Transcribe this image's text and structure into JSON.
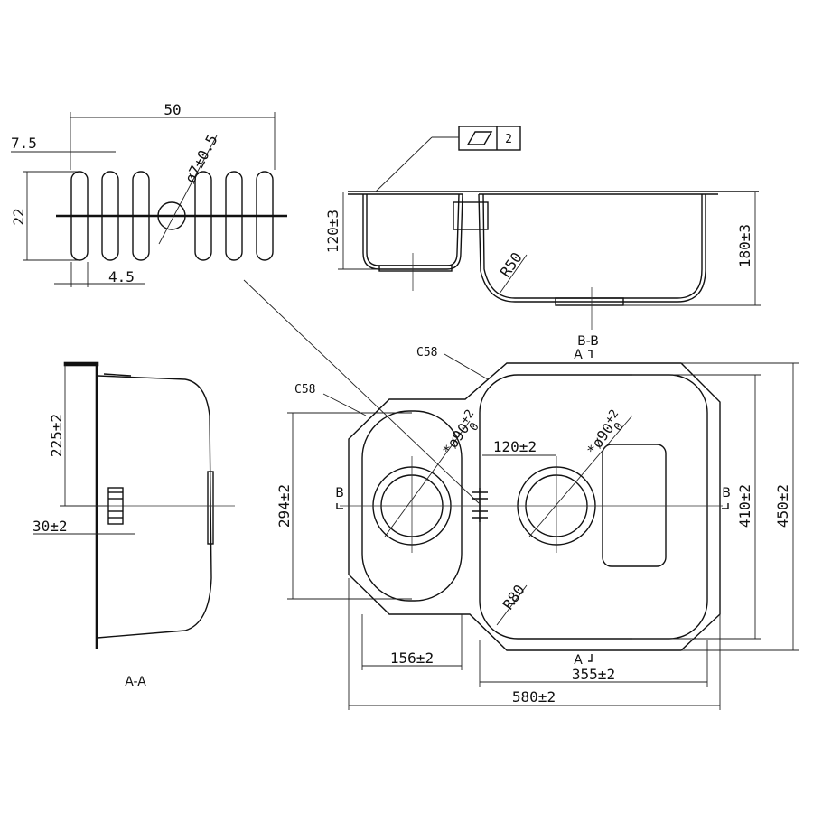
{
  "slot_detail": {
    "width_dim": "50",
    "offset_dim": "7.5",
    "height_dim": "22",
    "slot_dim": "4.5",
    "overflow_dia": "ø7±0.5"
  },
  "section_bb": {
    "label": "B-B",
    "left_depth": "120±3",
    "right_depth": "180±3",
    "corner_radius": "R50",
    "flatness_value": "2"
  },
  "section_aa": {
    "label": "A-A",
    "height_dim": "225±2",
    "flange_dim": "30±2"
  },
  "plan_view": {
    "chamfer_left": "C58",
    "chamfer_right": "C58",
    "small_bowl_height": "294±2",
    "small_drain_dia": "*ø90",
    "drain_tol_upper": "+2",
    "drain_tol_lower": "0",
    "large_drain_dia": "*ø90",
    "center_offset": "120±2",
    "inner_height": "410±2",
    "outer_height": "450±2",
    "corner_radius": "R80",
    "small_bowl_width": "156±2",
    "large_bowl_width": "355±2",
    "overall_width": "580±2",
    "section_b": "B",
    "section_a": "A"
  }
}
